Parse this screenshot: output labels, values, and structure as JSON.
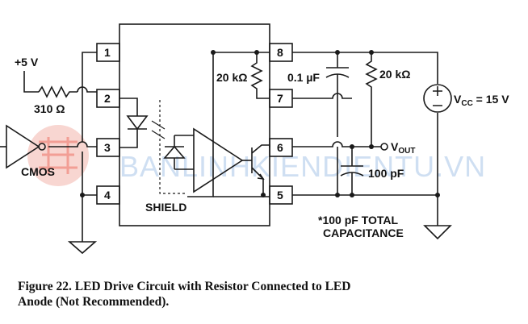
{
  "labels": {
    "supply_plus5": "+5 V",
    "r_input": "310 Ω",
    "gate": "CMOS",
    "r_pullup_internal": "20 kΩ",
    "cap_bypass": "0.1 µF",
    "r_pullup_external": "20 kΩ",
    "vcc_prefix": "V",
    "vcc_sub": "CC",
    "vcc_value": " = 15 V",
    "vout_prefix": "V",
    "vout_sub": "OUT",
    "cap_load": "100 pF",
    "shield": "SHIELD",
    "note_line1": "*100 pF TOTAL",
    "note_line2": "CAPACITANCE"
  },
  "pins": [
    "1",
    "2",
    "3",
    "4",
    "5",
    "6",
    "7",
    "8"
  ],
  "watermark": "BANLINHKIENDIENTU.VN",
  "caption": {
    "line1": "Figure 22. LED Drive Circuit with Resistor Connected to LED",
    "line2": "Anode (Not Recommended)."
  },
  "colors": {
    "line": "#1a1a1a",
    "watermark": "#b9d3ee",
    "logo_red": "#e8503f"
  }
}
